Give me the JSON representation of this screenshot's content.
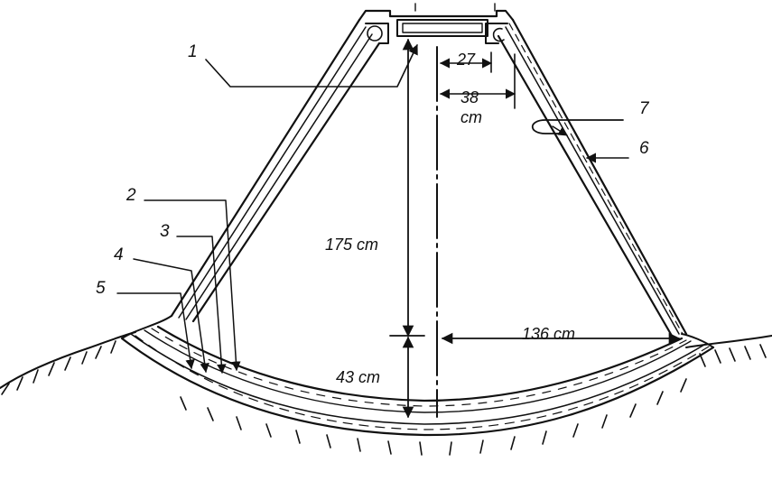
{
  "labels": {
    "l1": "1",
    "l2": "2",
    "l3": "3",
    "l4": "4",
    "l5": "5",
    "l6": "6",
    "l7": "7"
  },
  "dimensions": {
    "d27": "27",
    "d38": "38",
    "d38_unit": "cm",
    "d175": "175 cm",
    "d43": "43 cm",
    "d136": "136 cm"
  },
  "colors": {
    "ink": "#111111",
    "paper": "#ffffff"
  }
}
